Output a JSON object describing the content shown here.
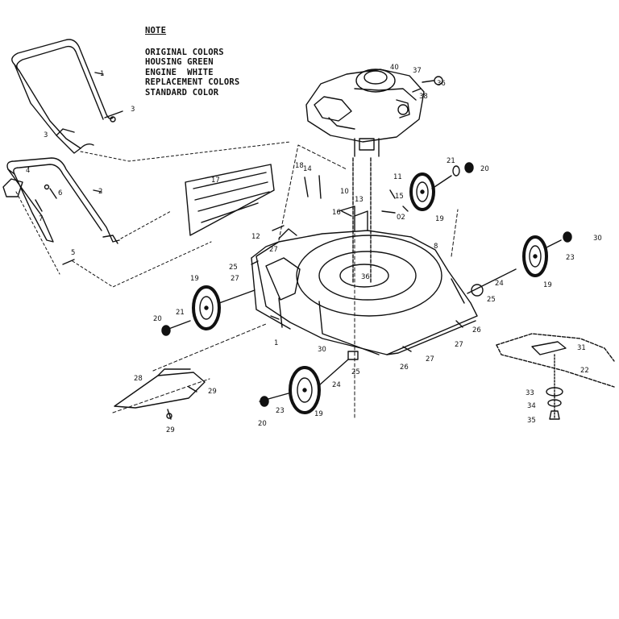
{
  "note": {
    "title": "NOTE",
    "lines": [
      "ORIGINAL COLORS",
      "HOUSING GREEN",
      "ENGINE  WHITE",
      "REPLACEMENT COLORS",
      "STANDARD COLOR"
    ]
  },
  "callouts": {
    "handle_upper": "1",
    "handle_lower": "2",
    "handle_knob": "3",
    "handle_bolt": "4",
    "handle_bracket": "5",
    "handle_nut": "6",
    "handle_screw": "7",
    "deck": "8",
    "rear_plate": "10",
    "bolt_11": "11",
    "bracket_12": "12",
    "bracket_13": "13",
    "screw_14": "14",
    "bolt_15": "15",
    "shield": "17",
    "screw_18": "18",
    "wheel_front_right": "19",
    "wheel_rear_right": "19",
    "wheel_front_left": "19",
    "wheel_rear_left": "19",
    "hubcap_20a": "20",
    "hubcap_20b": "20",
    "hubcap_20c": "20",
    "hubcap_20d": "30",
    "bolt_21a": "21",
    "bolt_21b": "21",
    "blade": "22",
    "washer_23a": "23",
    "washer_23b": "23",
    "bushing_24a": "24",
    "bushing_24b": "24",
    "spacer_25a": "25",
    "spacer_25b": "25",
    "spacer_25c": "25",
    "nut_26a": "26",
    "nut_26b": "26",
    "nut_27a": "27",
    "nut_27b": "27",
    "nut_27c": "27",
    "nut_27d": "27",
    "chute": "28",
    "chute_screw_a": "29",
    "chute_screw_b": "29",
    "blade_bolt": "31",
    "adapter": "33",
    "washer_34": "34",
    "bolt_35": "35",
    "fuel_cap": "36",
    "primer": "37",
    "engine": "40",
    "label_16": "16",
    "label_02": "02",
    "label_38": "38",
    "label_36b": "36",
    "label_30b": "30",
    "label_1b": "1"
  }
}
